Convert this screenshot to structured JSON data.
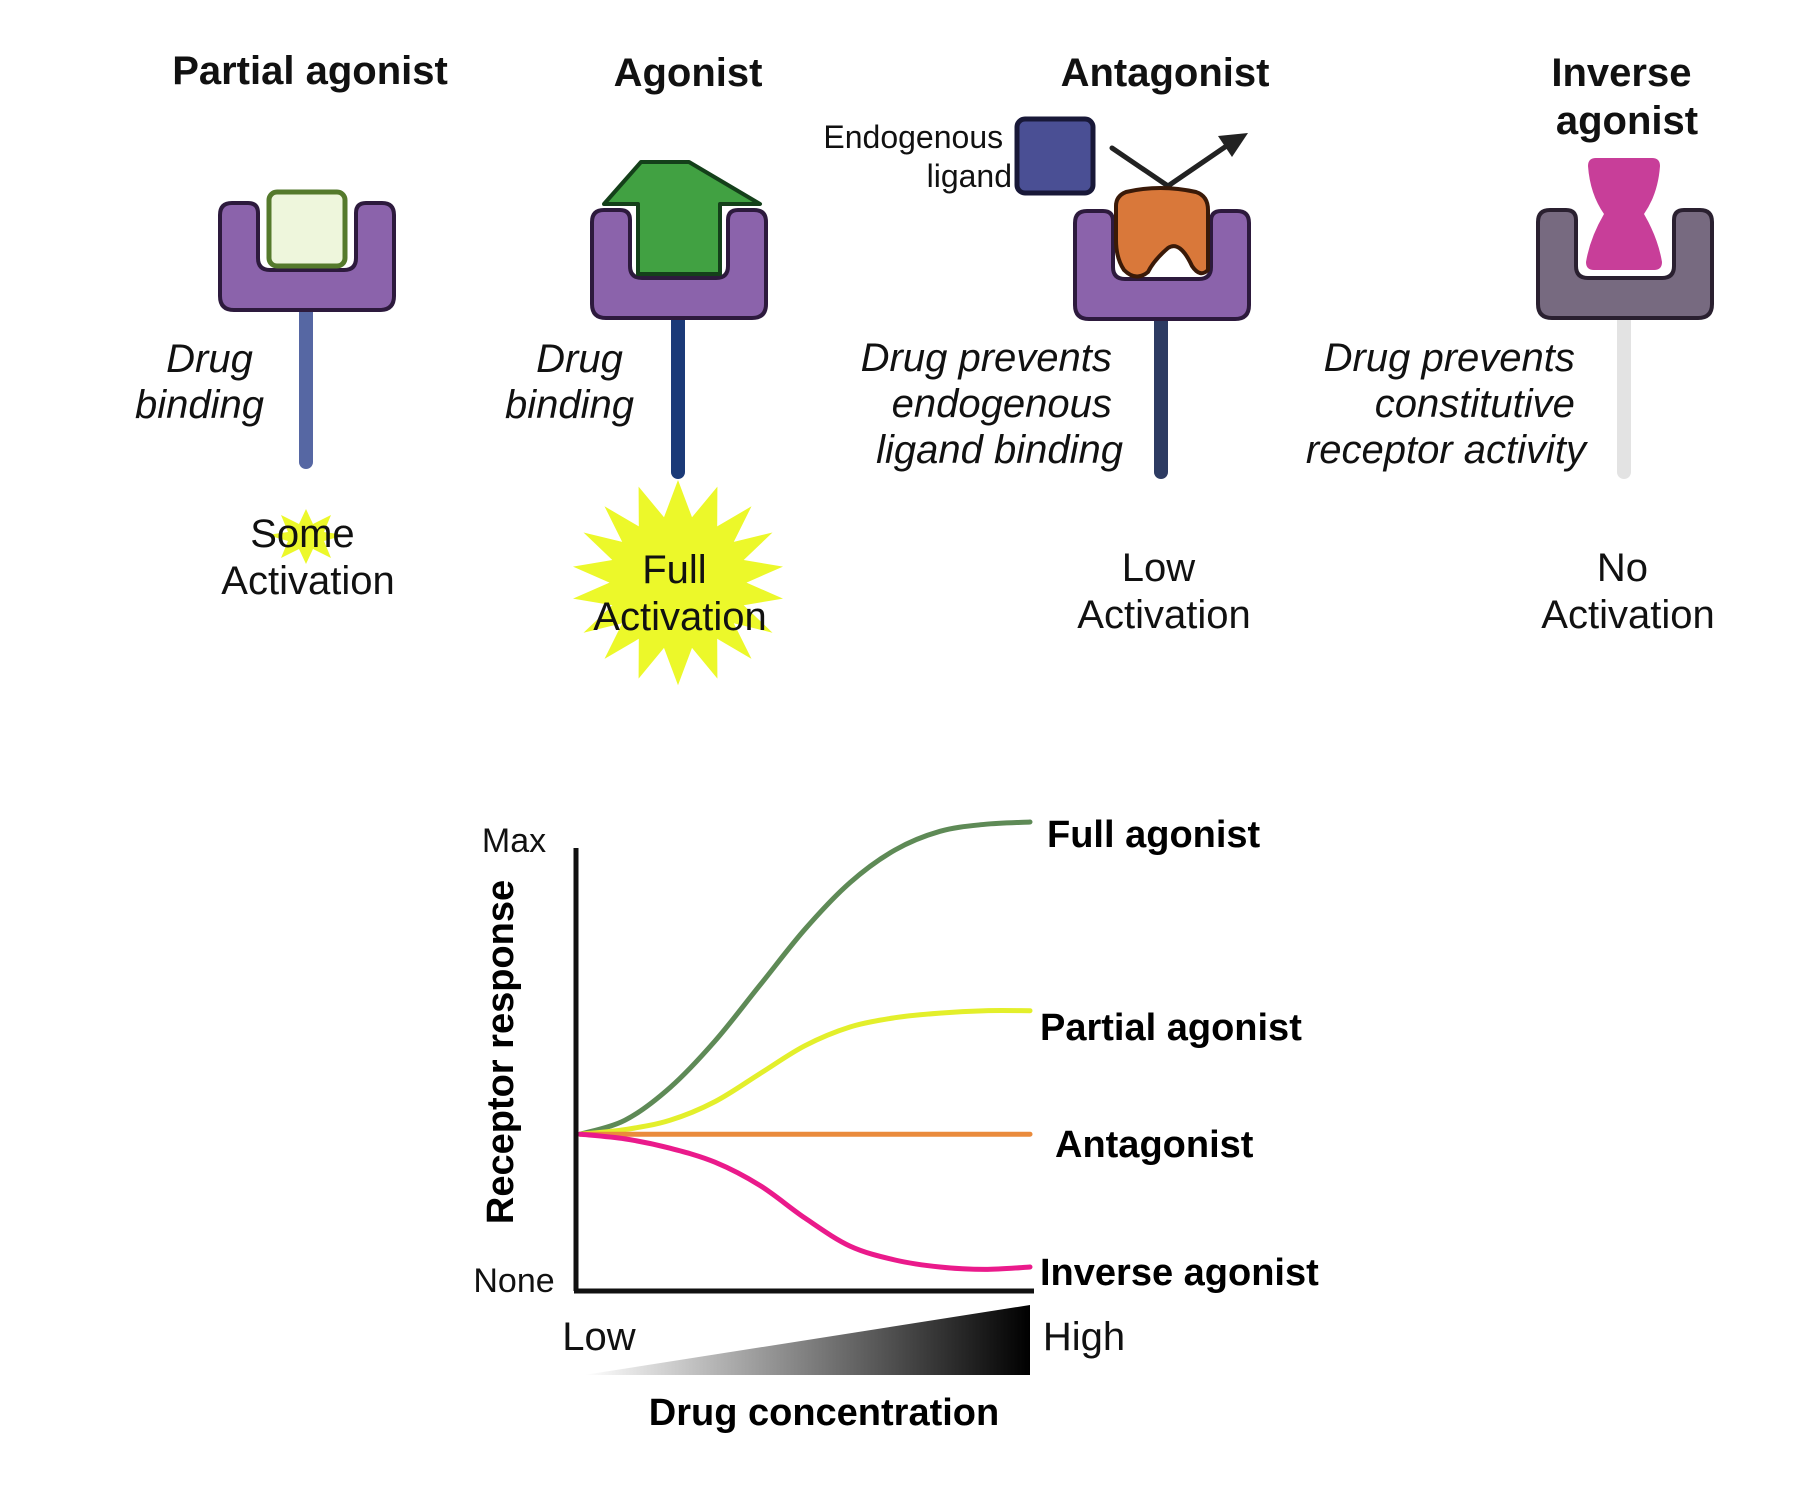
{
  "panels": [
    {
      "title_lines": [
        "Partial agonist"
      ],
      "description_lines": [
        "Drug",
        "binding"
      ],
      "activation_lines": [
        "Some",
        "Activation"
      ]
    },
    {
      "title_lines": [
        "Agonist"
      ],
      "description_lines": [
        "Drug",
        "binding"
      ],
      "activation_lines": [
        "Full",
        "Activation"
      ]
    },
    {
      "title_lines": [
        "Antagonist"
      ],
      "description_lines": [
        "Drug prevents",
        "endogenous",
        "ligand binding"
      ],
      "activation_lines": [
        "Low",
        "Activation"
      ],
      "endogenous_label_lines": [
        "Endogenous",
        "ligand"
      ]
    },
    {
      "title_lines": [
        "Inverse",
        "agonist"
      ],
      "description_lines": [
        "Drug prevents",
        "constitutive",
        "receptor activity"
      ],
      "activation_lines": [
        "No",
        "Activation"
      ]
    }
  ],
  "colors": {
    "receptor": "#8b63ab",
    "receptor_inactive": "#776a80",
    "stem_partial": "#5667a3",
    "stem_full": "#1b3a78",
    "stem_antagonist": "#2d3b62",
    "stem_inverse": "#e3e3e3",
    "partial_ligand": "#eef6dc",
    "agonist_arrow": "#41a142",
    "endogenous_ligand": "#4a4f94",
    "antagonist_drug": "#d9783a",
    "inverse_drug": "#c83e99",
    "burst": "#ecf82a"
  },
  "chart_data": {
    "type": "line",
    "xlabel": "Drug concentration",
    "ylabel": "Receptor response",
    "x_ticks": [
      "Low",
      "High"
    ],
    "y_ticks": [
      "None",
      "Max"
    ],
    "x": [
      0,
      0.1,
      0.2,
      0.3,
      0.4,
      0.5,
      0.6,
      0.7,
      0.8,
      0.9,
      1.0
    ],
    "series": [
      {
        "name": "Full agonist",
        "color": "#5e8a56",
        "values": [
          0.33,
          0.36,
          0.43,
          0.53,
          0.65,
          0.77,
          0.87,
          0.94,
          0.98,
          0.995,
          1.0
        ]
      },
      {
        "name": "Partial agonist",
        "color": "#e3ef2b",
        "values": [
          0.33,
          0.34,
          0.36,
          0.4,
          0.46,
          0.52,
          0.56,
          0.58,
          0.59,
          0.595,
          0.595
        ]
      },
      {
        "name": "Antagonist",
        "color": "#ea8b3c",
        "values": [
          0.33,
          0.33,
          0.33,
          0.33,
          0.33,
          0.33,
          0.33,
          0.33,
          0.33,
          0.33,
          0.33
        ]
      },
      {
        "name": "Inverse agonist",
        "color": "#ea1a8b",
        "values": [
          0.33,
          0.32,
          0.3,
          0.27,
          0.22,
          0.15,
          0.09,
          0.06,
          0.045,
          0.04,
          0.045
        ]
      }
    ]
  }
}
